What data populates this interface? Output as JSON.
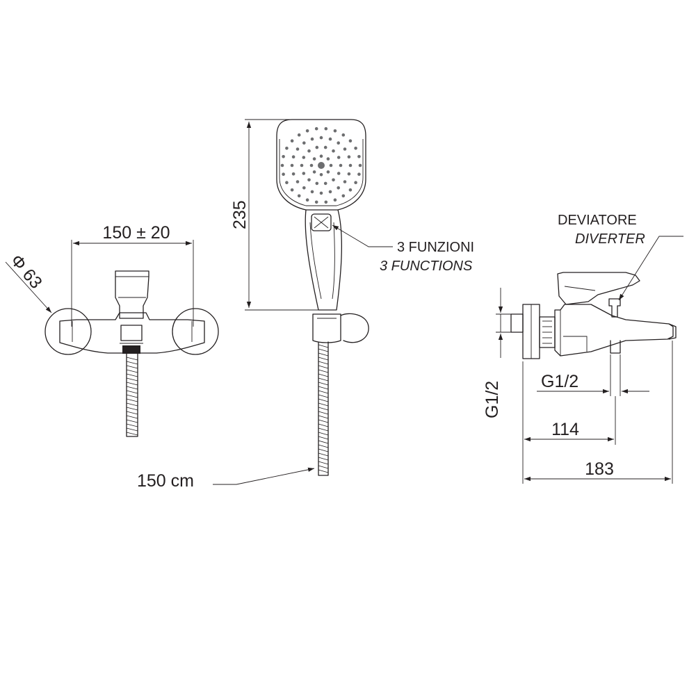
{
  "front_view": {
    "width_label": "150 ± 20",
    "diameter_label": "Φ 63"
  },
  "hand_shower": {
    "height_label": "235",
    "functions_it": "3 FUNZIONI",
    "functions_en": "3 FUNCTIONS",
    "hose_label": "150 cm"
  },
  "side_view": {
    "diverter_it": "DEVIATORE",
    "diverter_en": "DIVERTER",
    "inlet_label": "G1/2",
    "outlet_label": "G1/2",
    "depth_label": "114",
    "total_label": "183"
  }
}
